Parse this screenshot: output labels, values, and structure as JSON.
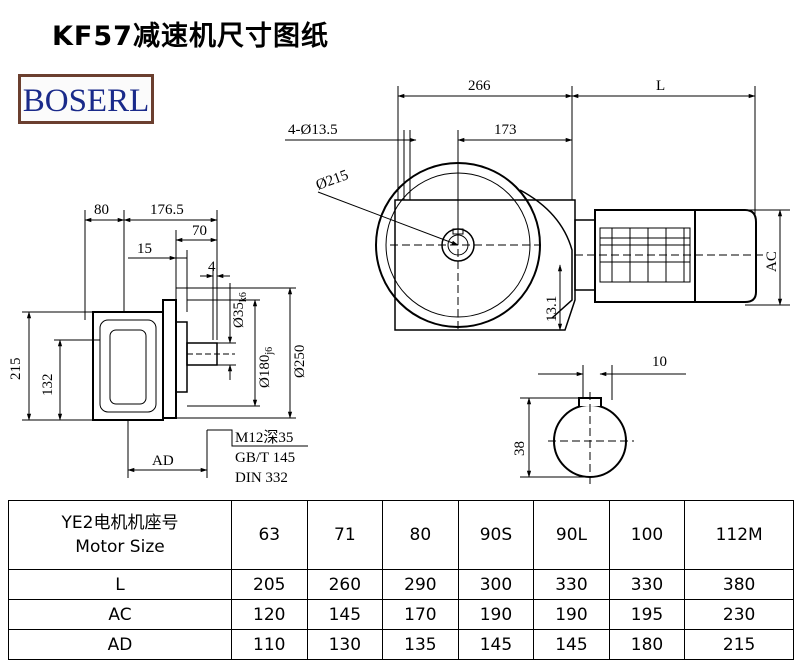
{
  "title": "KF57减速机尺寸图纸",
  "logo": "BOSERL",
  "side_view": {
    "dim_80": "80",
    "dim_176_5": "176.5",
    "dim_70": "70",
    "dim_15": "15",
    "dim_4": "4",
    "dim_35": "Ø35",
    "dim_35_sub": "k6",
    "dim_180": "Ø180",
    "dim_180_sub": "j6",
    "dim_250": "Ø250",
    "dim_215": "215",
    "dim_132": "132",
    "dim_ad": "AD",
    "note_1": "M12深35",
    "note_2": "GB/T 145",
    "note_3": "DIN 332"
  },
  "front_view": {
    "dim_266": "266",
    "dim_L": "L",
    "dim_holes": "4-Ø13.5",
    "dim_173": "173",
    "dim_215": "Ø215",
    "dim_13_1": "13.1",
    "dim_AC": "AC"
  },
  "shaft_section": {
    "dim_10": "10",
    "dim_38": "38"
  },
  "table": {
    "header_label_1": "YE2电机机座号",
    "header_label_2": "Motor Size",
    "sizes": [
      "63",
      "71",
      "80",
      "90S",
      "90L",
      "100",
      "112M"
    ],
    "rows": [
      {
        "label": "L",
        "values": [
          "205",
          "260",
          "290",
          "300",
          "330",
          "330",
          "380"
        ]
      },
      {
        "label": "AC",
        "values": [
          "120",
          "145",
          "170",
          "190",
          "190",
          "195",
          "230"
        ]
      },
      {
        "label": "AD",
        "values": [
          "110",
          "130",
          "135",
          "145",
          "145",
          "180",
          "215"
        ]
      }
    ]
  }
}
